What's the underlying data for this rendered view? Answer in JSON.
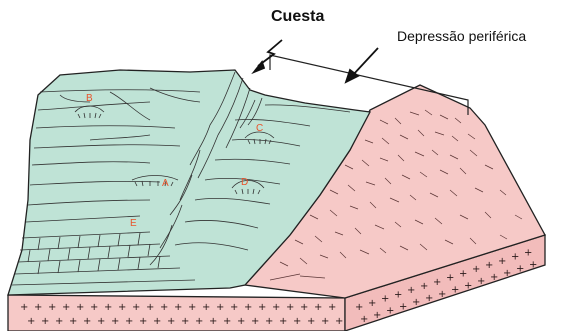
{
  "labels": {
    "cuesta": "Cuesta",
    "depressao": "Depressão periférica",
    "points": {
      "a": "A",
      "b": "B",
      "c": "C",
      "d": "D",
      "e": "E"
    }
  },
  "colors": {
    "sediment": "#bfe3d6",
    "crystalline": "#f6c9c7",
    "point_label": "#e8542c",
    "outline": "#222222"
  }
}
